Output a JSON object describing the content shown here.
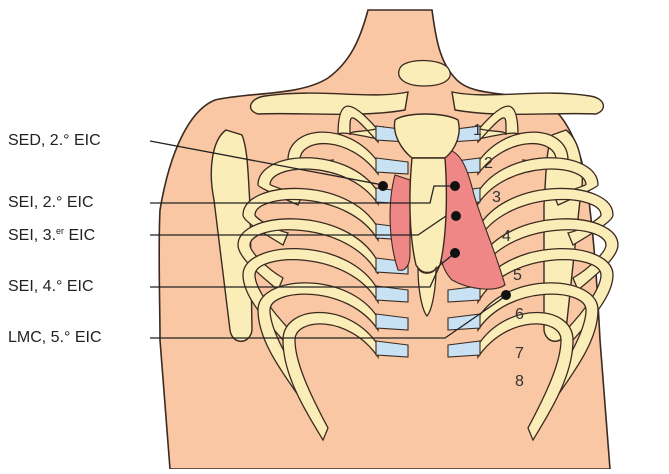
{
  "diagram": {
    "labels": [
      {
        "id": "sed-2",
        "text": "SED, 2.° EIC"
      },
      {
        "id": "sei-2",
        "text": "SEI, 2.° EIC"
      },
      {
        "id": "sei-3",
        "prefix": "SEI, 3.",
        "sup": "er",
        "suffix": " EIC"
      },
      {
        "id": "sei-4",
        "text": "SEI, 4.° EIC"
      },
      {
        "id": "lmc-5",
        "text": "LMC, 5.° EIC"
      }
    ],
    "rib_numbers": [
      "1",
      "2",
      "3",
      "4",
      "5",
      "6",
      "7",
      "8"
    ],
    "colors": {
      "skin": "#f9c7a3",
      "skin_outline": "#3a2a20",
      "bone": "#fbedb8",
      "cartilage": "#c8e2f3",
      "heart": "#ef8787",
      "line": "#222222"
    }
  }
}
